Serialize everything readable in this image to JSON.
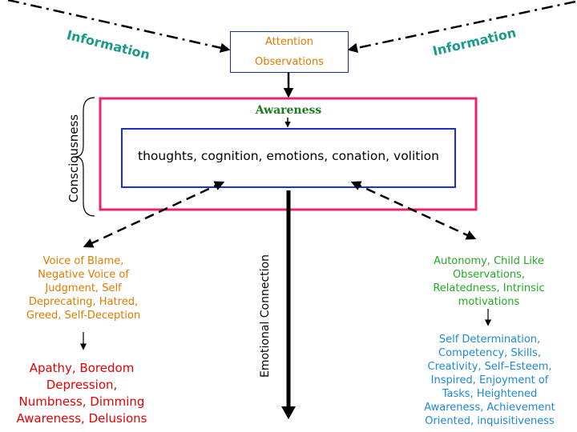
{
  "diagram": {
    "info_left": "Information",
    "info_right": "Information",
    "attention_box": {
      "line1": "Attention",
      "line2": "Observations"
    },
    "awareness": "Awareness",
    "thoughts": "thoughts, cognition, emotions, conation, volition",
    "consciousness": "Consciousness",
    "emotional_connection": "Emotional Connection",
    "negative_traits": [
      "Voice of Blame,",
      "Negative Voice of",
      "Judgment, Self",
      "Deprecating, Hatred,",
      "Greed, Self-Deception"
    ],
    "negative_outcomes": [
      "Apathy, Boredom",
      "Depression,",
      "Numbness, Dimming",
      "Awareness, Delusions"
    ],
    "positive_traits": [
      "Autonomy, Child Like",
      "Observations,",
      "Relatedness, Intrinsic",
      "motivations"
    ],
    "positive_outcomes": [
      "Self Determination,",
      "Competency, Skills,",
      "Creativity, Self–Esteem,",
      "Inspired, Enjoyment of",
      "Tasks, Heightened",
      "Awareness, Achievement",
      "Oriented, inquisitiveness"
    ],
    "colors": {
      "outer_box": "#e8236f",
      "inner_box": "#1f2fd6",
      "info": "#1a9a8a",
      "awareness": "#1e7a1e",
      "orange_text": "#e07a00",
      "red_text": "#e60000",
      "green_text": "#22aa22",
      "blue_text": "#1e88d8"
    }
  }
}
